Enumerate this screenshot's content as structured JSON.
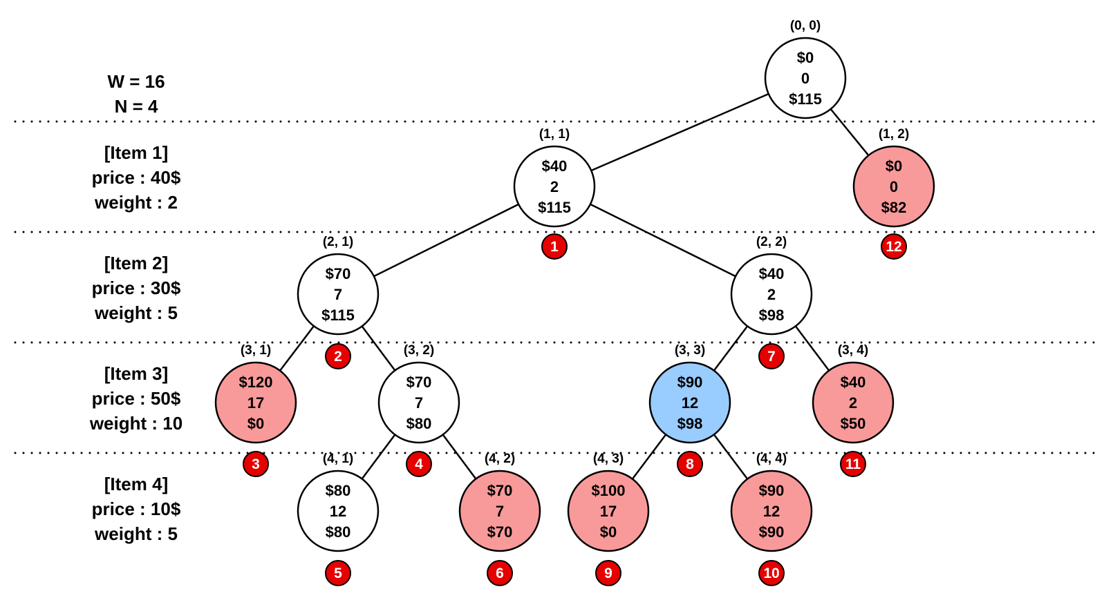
{
  "header": {
    "line1": "W = 16",
    "line2": "N = 4"
  },
  "levels": [
    {
      "title": "[Item 1]",
      "price": "price : 40$",
      "weight": "weight : 2"
    },
    {
      "title": "[Item 2]",
      "price": "price : 30$",
      "weight": "weight : 5"
    },
    {
      "title": "[Item 3]",
      "price": "price : 50$",
      "weight": "weight : 10"
    },
    {
      "title": "[Item 4]",
      "price": "price : 10$",
      "weight": "weight : 5"
    }
  ],
  "colors": {
    "normal": "#ffffff",
    "pruned": "#f99a9a",
    "best": "#99ccff",
    "badge": "#e60000"
  },
  "nodes": [
    {
      "id": "n00",
      "coord": "(0, 0)",
      "lines": [
        "$0",
        "0",
        "$115"
      ],
      "state": "normal",
      "order": ""
    },
    {
      "id": "n11",
      "coord": "(1, 1)",
      "lines": [
        "$40",
        "2",
        "$115"
      ],
      "state": "normal",
      "order": "1"
    },
    {
      "id": "n12",
      "coord": "(1, 2)",
      "lines": [
        "$0",
        "0",
        "$82"
      ],
      "state": "pruned",
      "order": "12"
    },
    {
      "id": "n21",
      "coord": "(2, 1)",
      "lines": [
        "$70",
        "7",
        "$115"
      ],
      "state": "normal",
      "order": "2"
    },
    {
      "id": "n22",
      "coord": "(2, 2)",
      "lines": [
        "$40",
        "2",
        "$98"
      ],
      "state": "normal",
      "order": "7"
    },
    {
      "id": "n31",
      "coord": "(3, 1)",
      "lines": [
        "$120",
        "17",
        "$0"
      ],
      "state": "pruned",
      "order": "3"
    },
    {
      "id": "n32",
      "coord": "(3, 2)",
      "lines": [
        "$70",
        "7",
        "$80"
      ],
      "state": "normal",
      "order": "4"
    },
    {
      "id": "n33",
      "coord": "(3, 3)",
      "lines": [
        "$90",
        "12",
        "$98"
      ],
      "state": "best",
      "order": "8"
    },
    {
      "id": "n34",
      "coord": "(3, 4)",
      "lines": [
        "$40",
        "2",
        "$50"
      ],
      "state": "pruned",
      "order": "11"
    },
    {
      "id": "n41",
      "coord": "(4, 1)",
      "lines": [
        "$80",
        "12",
        "$80"
      ],
      "state": "normal",
      "order": "5"
    },
    {
      "id": "n42",
      "coord": "(4, 2)",
      "lines": [
        "$70",
        "7",
        "$70"
      ],
      "state": "pruned",
      "order": "6"
    },
    {
      "id": "n43",
      "coord": "(4, 3)",
      "lines": [
        "$100",
        "17",
        "$0"
      ],
      "state": "pruned",
      "order": "9"
    },
    {
      "id": "n44",
      "coord": "(4, 4)",
      "lines": [
        "$90",
        "12",
        "$90"
      ],
      "state": "pruned",
      "order": "10"
    }
  ],
  "edges": [
    [
      "n00",
      "n11"
    ],
    [
      "n00",
      "n12"
    ],
    [
      "n11",
      "n21"
    ],
    [
      "n11",
      "n22"
    ],
    [
      "n21",
      "n31"
    ],
    [
      "n21",
      "n32"
    ],
    [
      "n22",
      "n33"
    ],
    [
      "n22",
      "n34"
    ],
    [
      "n32",
      "n41"
    ],
    [
      "n32",
      "n42"
    ],
    [
      "n33",
      "n43"
    ],
    [
      "n33",
      "n44"
    ]
  ]
}
